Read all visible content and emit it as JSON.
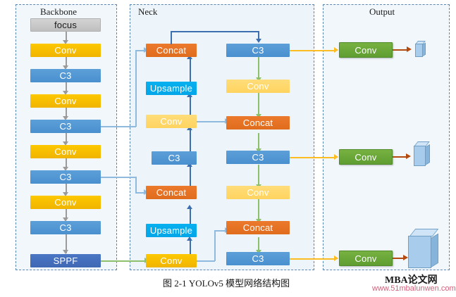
{
  "groups": {
    "backbone": {
      "title": "Backbone"
    },
    "neck": {
      "title": "Neck"
    },
    "output": {
      "title": "Output"
    }
  },
  "backbone_nodes": [
    {
      "label": "focus"
    },
    {
      "label": "Conv"
    },
    {
      "label": "C3"
    },
    {
      "label": "Conv"
    },
    {
      "label": "C3"
    },
    {
      "label": "Conv"
    },
    {
      "label": "C3"
    },
    {
      "label": "Conv"
    },
    {
      "label": "C3"
    },
    {
      "label": "SPPF"
    }
  ],
  "neck_left_nodes": [
    {
      "label": "Concat"
    },
    {
      "label": "Upsample"
    },
    {
      "label": "Conv"
    },
    {
      "label": "C3"
    },
    {
      "label": "Concat"
    },
    {
      "label": "Upsample"
    },
    {
      "label": "Conv"
    }
  ],
  "neck_right_nodes": [
    {
      "label": "C3"
    },
    {
      "label": "Conv"
    },
    {
      "label": "Concat"
    },
    {
      "label": "C3"
    },
    {
      "label": "Conv"
    },
    {
      "label": "Concat"
    },
    {
      "label": "C3"
    }
  ],
  "output_nodes": [
    {
      "label": "Conv",
      "cube": "small"
    },
    {
      "label": "Conv",
      "cube": "medium"
    },
    {
      "label": "Conv",
      "cube": "large"
    }
  ],
  "caption": "图 2-1 YOLOv5 模型网络结构图",
  "watermark": {
    "main": "MBA论文网",
    "sub": "www.51mbalunwen.com"
  },
  "colors": {
    "conv": "#f0b400",
    "conv_light": "#ffd35f",
    "c3": "#4a90cf",
    "concat": "#e06c1d",
    "upsample": "#00a6e8",
    "sppf": "#3f68b4",
    "output_conv": "#5f9e31",
    "focus": "#bfbfbf",
    "panel_border": "#5b85b3",
    "panel_fill": "#f2f7fb",
    "cube": "#a8cdec"
  }
}
